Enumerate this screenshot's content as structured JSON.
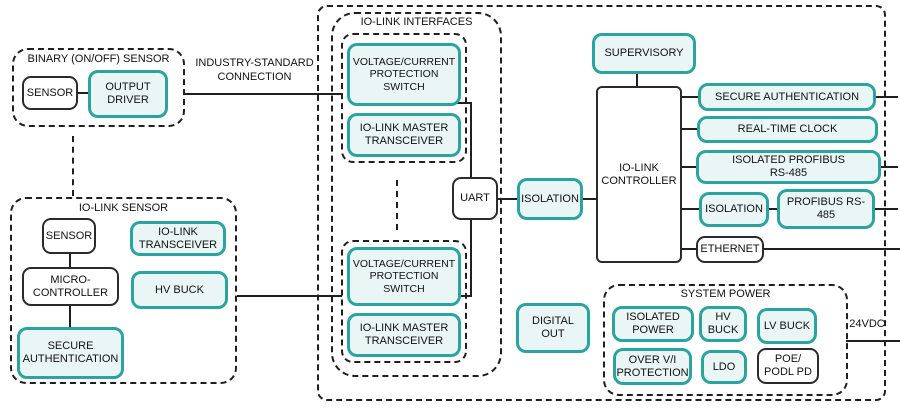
{
  "colors": {
    "accent": "#2ba49f",
    "accent_fill": "#e9f6f5",
    "line": "#1f1f1f"
  },
  "binary_sensor": {
    "title": "BINARY (ON/OFF) SENSOR",
    "sensor": "SENSOR",
    "output_driver": "OUTPUT DRIVER"
  },
  "connection": {
    "label": "INDUSTRY-STANDARD CONNECTION"
  },
  "iolink_sensor": {
    "title": "IO-LINK SENSOR",
    "sensor": "SENSOR",
    "transceiver": "IO-LINK TRANSCEIVER",
    "microcontroller": "MICRO-CONTROLLER",
    "hv_buck": "HV BUCK",
    "secure_auth": "SECURE AUTHENTICATION"
  },
  "interfaces": {
    "title": "IO-LINK INTERFACES",
    "channel1": {
      "protection_switch": "VOLTAGE/CURRENT PROTECTION SWITCH",
      "master_transceiver": "IO-LINK MASTER TRANSCEIVER"
    },
    "channel2": {
      "protection_switch": "VOLTAGE/CURRENT PROTECTION SWITCH",
      "master_transceiver": "IO-LINK MASTER TRANSCEIVER"
    }
  },
  "core": {
    "uart": "UART",
    "isolation": "ISOLATION",
    "controller": "IO-LINK CONTROLLER",
    "supervisory": "SUPERVISORY"
  },
  "peripherals": {
    "secure_auth": "SECURE AUTHENTICATION",
    "real_time_clock": "REAL-TIME CLOCK",
    "isolated_profibus": "ISOLATED PROFIBUS RS-485",
    "isolation": "ISOLATION",
    "profibus": "PROFIBUS RS-485",
    "ethernet": "ETHERNET",
    "digital_out": "DIGITAL OUT"
  },
  "system_power": {
    "title": "SYSTEM POWER",
    "isolated_power": "ISOLATED POWER",
    "hv_buck": "HV BUCK",
    "lv_buck": "LV BUCK",
    "over_vi_protection": "OVER V/I PROTECTION",
    "ldo": "LDO",
    "poe_podl_pd": "POE/ PODL PD",
    "supply": "24VDC"
  }
}
